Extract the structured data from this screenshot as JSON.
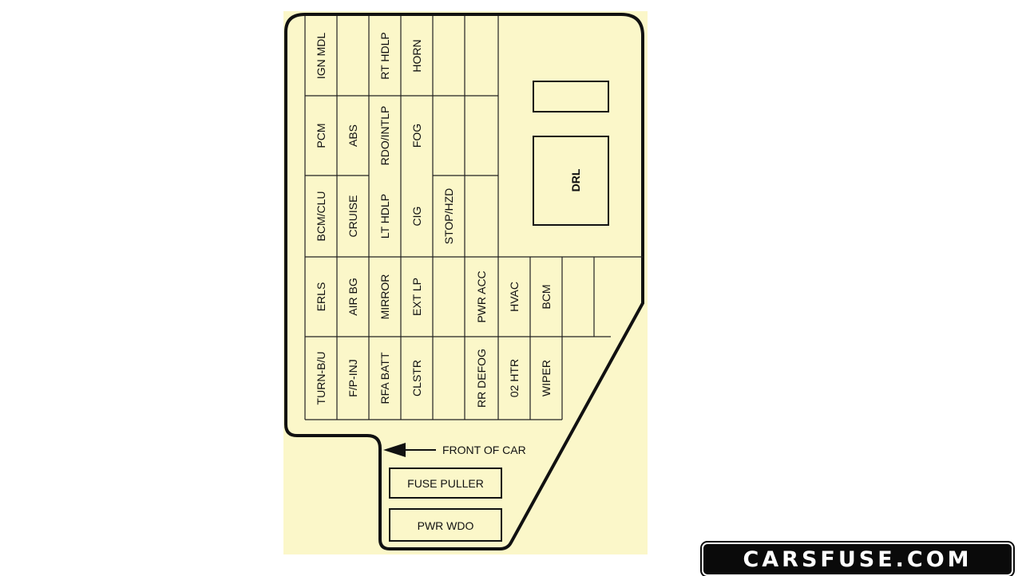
{
  "colors": {
    "panel": "#fbf7c9",
    "ink": "#111111",
    "watermark_bg": "#0a0a0a"
  },
  "fuses": {
    "ign_mdl": "IGN MDL",
    "rt_hdlp": "RT HDLP",
    "horn": "HORN",
    "pcm": "PCM",
    "abs": "ABS",
    "rdo_intlp": "RDO/INTLP",
    "fog": "FOG",
    "bcm_clu": "BCM/CLU",
    "cruise": "CRUISE",
    "lt_hdlp": "LT HDLP",
    "cig": "CIG",
    "stop_hzd": "STOP/HZD",
    "erls": "ERLS",
    "air_bg": "AIR BG",
    "mirror": "MIRROR",
    "ext_lp": "EXT LP",
    "pwr_acc": "PWR ACC",
    "hvac": "HVAC",
    "bcm": "BCM",
    "turn_bu": "TURN-B/U",
    "fp_inj": "F/P-INJ",
    "rfa_batt": "RFA BATT",
    "clstr": "CLSTR",
    "rr_defog": "RR DEFOG",
    "o2_htr": "02 HTR",
    "wiper": "WIPER"
  },
  "relay_label": "DRL",
  "front_label": "FRONT OF CAR",
  "fuse_puller": "FUSE PULLER",
  "pwr_wdo": "PWR WDO",
  "watermark": "CARSFUSE.COM",
  "icons": {
    "front_arrow": "arrow-left-icon"
  }
}
